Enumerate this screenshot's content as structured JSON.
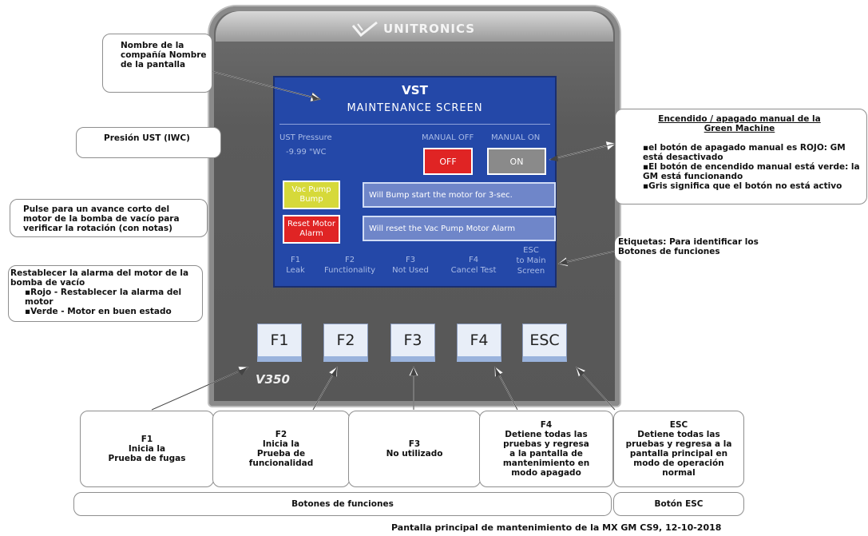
{
  "device": {
    "brand": "UNITRONICS",
    "model": "V350"
  },
  "screen": {
    "title": "VST",
    "subtitle": "MAINTENANCE SCREEN",
    "pressure_label": "UST Pressure",
    "pressure_value": "-9.99 \"WC",
    "manual_off_label": "MANUAL OFF",
    "manual_on_label": "MANUAL ON",
    "off_button": "OFF",
    "on_button": "ON",
    "vac_pump_button": "Vac Pump Bump",
    "vac_pump_note": "Will Bump start the motor for 3-sec.",
    "reset_button": "Reset Motor Alarm",
    "reset_note": "Will reset the Vac Pump Motor Alarm",
    "fkeys": [
      {
        "key": "F1",
        "label": "Leak"
      },
      {
        "key": "F2",
        "label": "Functionality"
      },
      {
        "key": "F3",
        "label": "Not Used"
      },
      {
        "key": "F4",
        "label": "Cancel Test"
      },
      {
        "key": "ESC",
        "label": "to Main Screen"
      }
    ]
  },
  "keys": [
    "F1",
    "F2",
    "F3",
    "F4",
    "ESC"
  ],
  "callouts": {
    "company": "Nombre de la compañía Nombre de la pantalla",
    "pressure": "Presión UST (IWC)",
    "bump": "Pulse para un avance corto del motor de la bomba de vacío para verificar la rotación (con notas)",
    "reset_title": "Restablecer la alarma del motor de la bomba de vacío",
    "reset_items": [
      "▪Rojo - Restablecer la alarma del motor",
      "▪Verde - Motor en buen estado"
    ],
    "manual_title": "Encendido / apagado manual de la Green Machine",
    "manual_items": [
      "▪el botón de apagado manual es ROJO: GM está desactivado",
      "▪El botón de encendido manual está verde: la GM está funcionando",
      "▪Gris significa que el botón no está activo"
    ],
    "labels": "Etiquetas: Para identificar los Botones de funciones",
    "f1": [
      "F1",
      "Inicia la",
      "Prueba de fugas"
    ],
    "f2": [
      "F2",
      "Inicia la",
      "Prueba de",
      "funcionalidad"
    ],
    "f3": [
      "F3",
      "No utilizado"
    ],
    "f4": [
      "F4",
      "Detiene todas las",
      "pruebas y regresa",
      "a la pantalla de",
      "mantenimiento en",
      "modo apagado"
    ],
    "esc": [
      "ESC",
      "Detiene todas las",
      "pruebas y regresa a la",
      "pantalla principal en",
      "modo de operación",
      "normal"
    ],
    "function_buttons": "Botones de funciones",
    "esc_button": "Botón ESC"
  },
  "caption": "Pantalla principal de mantenimiento de la MX GM CS9, 12-10-2018"
}
